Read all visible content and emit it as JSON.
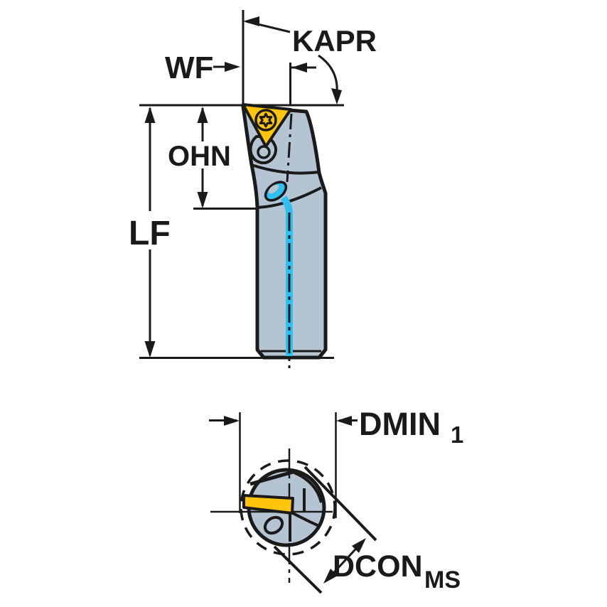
{
  "drawing": {
    "description": "Technical dimension drawing of a boring bar tool holder, side view and end view",
    "labels": {
      "kapr": "KAPR",
      "wf": "WF",
      "ohn": "OHN",
      "lf": "LF",
      "dmin": "DMIN",
      "dmin_sub": "1",
      "dcon": "DCON",
      "dcon_sub": "MS"
    }
  },
  "colors": {
    "outline": "#1a1a1a",
    "tool_body": "#b5c4d2",
    "insert": "#ffc50a",
    "coolant": "#2fc0f0",
    "background": "#ffffff"
  }
}
